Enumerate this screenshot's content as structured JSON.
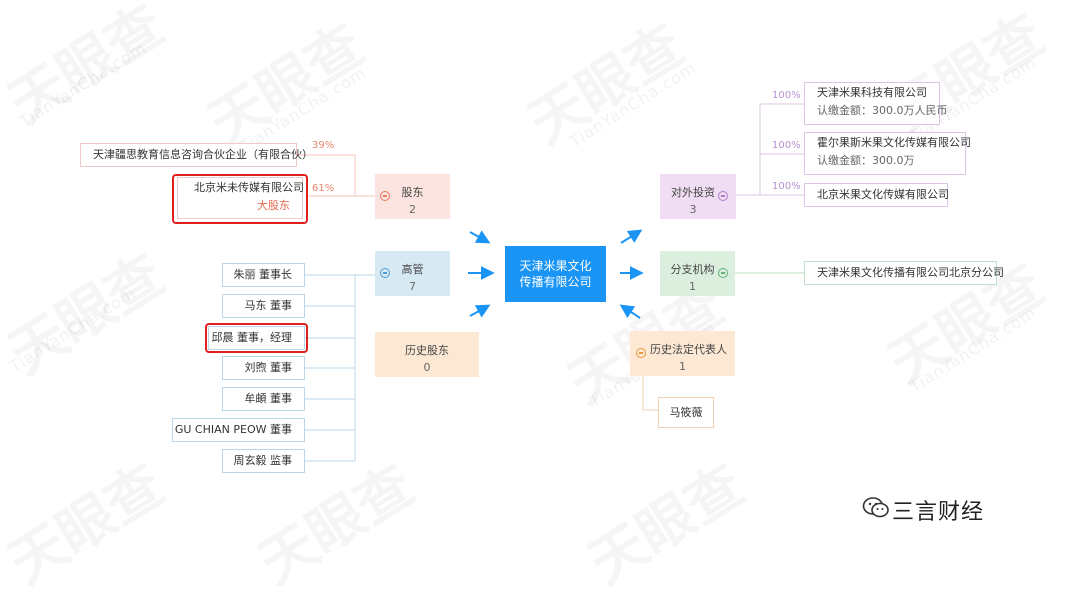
{
  "watermark": {
    "text": "天眼查",
    "url": "TianYanCha.com"
  },
  "center": {
    "line1": "天津米果文化",
    "line2": "传播有限公司"
  },
  "shareholders": {
    "title": "股东",
    "count": "2",
    "items": [
      {
        "name": "天津疆思教育信息咨询合伙企业（有限合伙）",
        "percent": "39%"
      },
      {
        "name": "北京米未传媒有限公司",
        "percent": "61%",
        "tag": "大股东"
      }
    ]
  },
  "executives": {
    "title": "高管",
    "count": "7",
    "items": [
      "朱丽  董事长",
      "马东  董事",
      "邱晨  董事，经理",
      "刘煦  董事",
      "牟頔  董事",
      "GU CHIAN PEOW  董事",
      "周玄毅  监事"
    ]
  },
  "history_shareholders": {
    "title": "历史股东",
    "count": "0"
  },
  "investments": {
    "title": "对外投资",
    "count": "3",
    "items": [
      {
        "name": "天津米果科技有限公司",
        "detail": "认缴金额：300.0万人民币",
        "percent": "100%"
      },
      {
        "name": "霍尔果斯米果文化传媒有限公司",
        "detail": "认缴金额：300.0万",
        "percent": "100%"
      },
      {
        "name": "北京米果文化传媒有限公司",
        "percent": "100%"
      }
    ]
  },
  "branches": {
    "title": "分支机构",
    "count": "1",
    "items": [
      "天津米果文化传播有限公司北京分公司"
    ]
  },
  "history_legal_rep": {
    "title": "历史法定代表人",
    "count": "1",
    "items": [
      "马筱薇"
    ]
  },
  "brand": {
    "label": "三言财经"
  },
  "colors": {
    "center": "#1a94f5",
    "arrow": "#1a94f5",
    "highlight": "#e01f1f"
  }
}
